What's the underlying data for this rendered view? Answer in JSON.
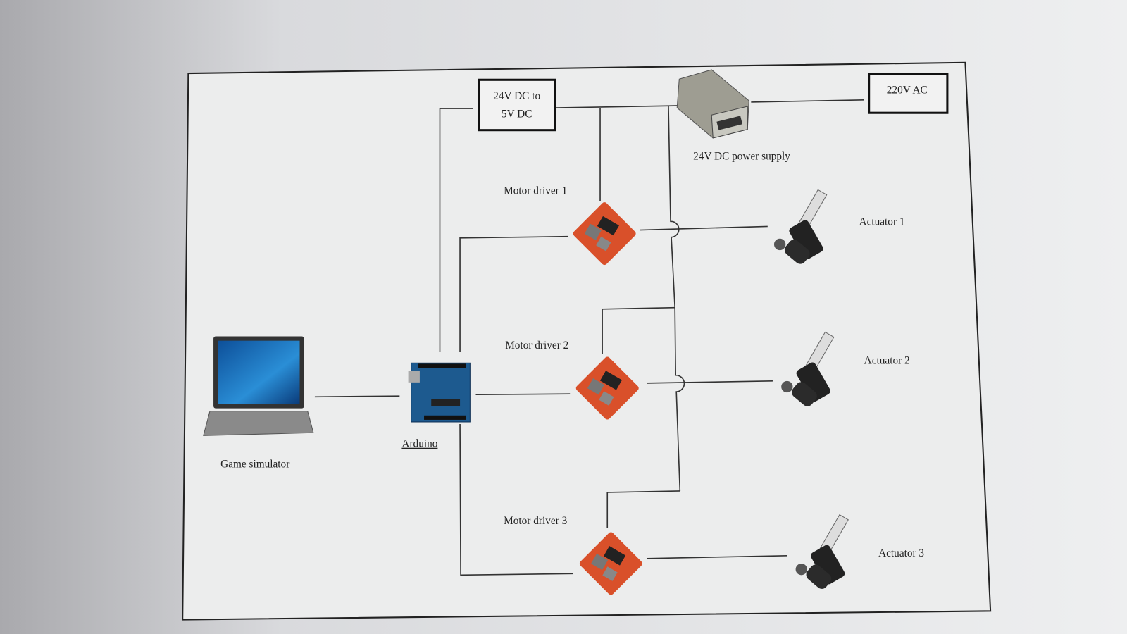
{
  "blocks": {
    "converter": {
      "line1": "24V DC to",
      "line2": "5V DC"
    },
    "mains": "220V AC",
    "power_supply": "24V DC power supply",
    "game_simulator": "Game simulator",
    "arduino": "Arduino",
    "motor_drivers": [
      "Motor driver 1",
      "Motor driver 2",
      "Motor driver 3"
    ],
    "actuators": [
      "Actuator 1",
      "Actuator 2",
      "Actuator 3"
    ]
  },
  "colors": {
    "driver_board": "#d9502a",
    "wire": "#333333",
    "paper": "#eceded"
  }
}
